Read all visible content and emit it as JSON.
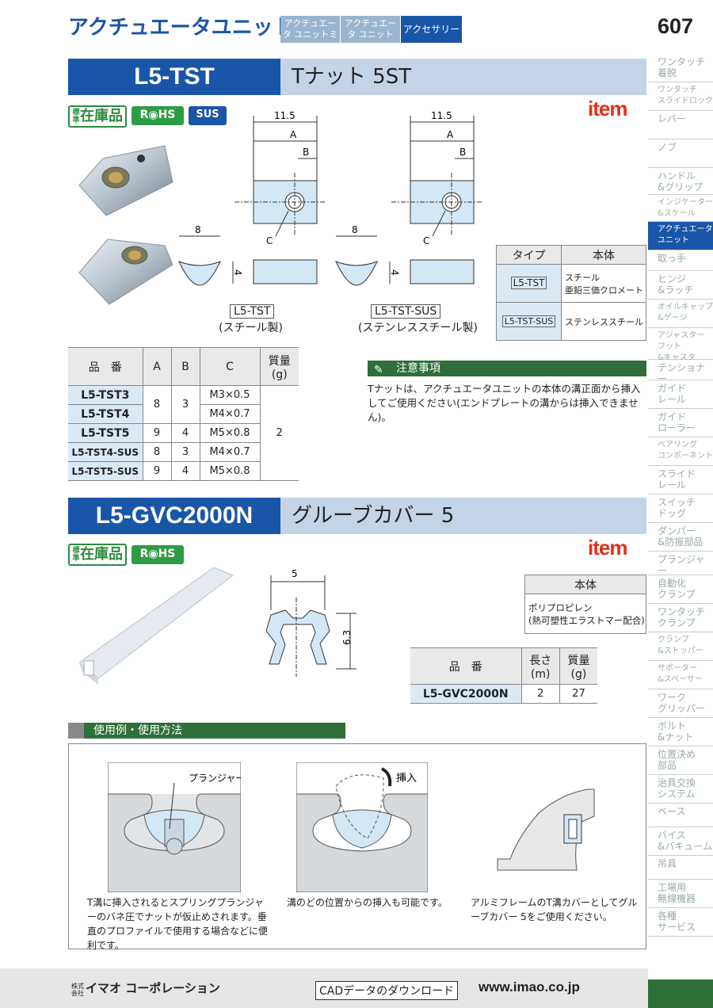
{
  "header": {
    "title": "アクチュエータユニット",
    "tabs": [
      {
        "label": "アクチュエータ ユニットミニ"
      },
      {
        "label": "アクチュエータ ユニット"
      },
      {
        "label": "アクセサリー"
      }
    ],
    "page_number": "607"
  },
  "sidebar": {
    "items": [
      "ワンタッチ\n着脱",
      "ワンタッチ\nスライドロック",
      "レバー",
      "ノブ",
      "ハンドル\n&グリップ",
      "インジケーター\n&スケール",
      "アクチュエータ\nユニット",
      "取っ手",
      "ヒンジ\n&ラッチ",
      "オイルキャップ\n&ゲージ",
      "アジャスター\nフット\n&キャスタ",
      "テンショナー",
      "ガイド\nレール",
      "ガイド\nローラー",
      "ベアリング\nコンポーネント",
      "スライド\nレール",
      "スイッチ\nドッグ",
      "ダンパー\n&防振部品",
      "プランジャー",
      "自動化\nクランプ",
      "ワンタッチ\nクランプ",
      "クランプ\n&ストッパー",
      "サポーター\n&スペーサー",
      "ワーク\nグリッパー",
      "ボルト\n&ナット",
      "位置決め\n部品",
      "治具交換\nシステム",
      "ベース",
      "バイス\n&バキューム",
      "吊具",
      "工場用\n無線機器",
      "各種\nサービス"
    ]
  },
  "section1": {
    "code": "L5-TST",
    "name": "Tナット 5ST",
    "badges": {
      "std_small": "標準",
      "std": "在庫品",
      "rohs": "R◉HS",
      "sus": "SUS"
    },
    "logo": "item",
    "dims": {
      "w": "11.5",
      "a": "A",
      "b": "B",
      "c": "C",
      "h": "8",
      "t": "4"
    },
    "label_steel": "L5-TST",
    "label_steel_sub": "(スチール製)",
    "label_sus": "L5-TST-SUS",
    "label_sus_sub": "(ステンレススチール製)",
    "material_table": {
      "headers": [
        "タイプ",
        "本体"
      ],
      "rows": [
        [
          "L5-TST",
          "スチール\n亜鉛三価クロメート"
        ],
        [
          "L5-TST-SUS",
          "ステンレススチール"
        ]
      ]
    },
    "spec_table": {
      "headers": [
        "品　番",
        "A",
        "B",
        "C",
        "質量\n(g)"
      ],
      "rows": [
        [
          "L5-TST3",
          "8",
          "3",
          "M3×0.5"
        ],
        [
          "L5-TST4",
          "",
          "",
          "M4×0.7"
        ],
        [
          "L5-TST5",
          "9",
          "4",
          "M5×0.8"
        ],
        [
          "L5-TST4-SUS",
          "8",
          "3",
          "M4×0.7"
        ],
        [
          "L5-TST5-SUS",
          "9",
          "4",
          "M5×0.8"
        ]
      ],
      "mass": "2"
    },
    "caution_title": "注意事項",
    "caution_text": "Tナットは、アクチュエータユニットの本体の溝正面から挿入してご使用ください(エンドプレートの溝からは挿入できません)。"
  },
  "section2": {
    "code": "L5-GVC2000N",
    "name": "グルーブカバー 5",
    "logo": "item",
    "dims": {
      "w": "5",
      "h": "6.3"
    },
    "material_table": {
      "header": "本体",
      "value": "ポリプロピレン\n(熱可塑性エラストマー配合)"
    },
    "spec_table": {
      "headers": [
        "品　番",
        "長さ\n(m)",
        "質量\n(g)"
      ],
      "row": [
        "L5-GVC2000N",
        "2",
        "27"
      ]
    }
  },
  "usage": {
    "title": "使用例・使用方法",
    "plunger_label": "プランジャー",
    "insert_label": "挿入",
    "captions": [
      "T溝に挿入されるとスプリングプランジャーのバネ圧でナットが仮止めされます。垂直のプロファイルで使用する場合などに便利です。",
      "溝のどの位置からの挿入も可能です。",
      "アルミフレームのT溝カバーとしてグルーブカバー 5をご使用ください。"
    ]
  },
  "footer": {
    "company_small": "株式会社",
    "company": "イマオ コーポレーション",
    "cad": "CADデータのダウンロード",
    "url": "www.imao.co.jp"
  },
  "colors": {
    "brand_blue": "#1a56a8",
    "green": "#2f6f3a",
    "item_red": "#e0311b"
  }
}
